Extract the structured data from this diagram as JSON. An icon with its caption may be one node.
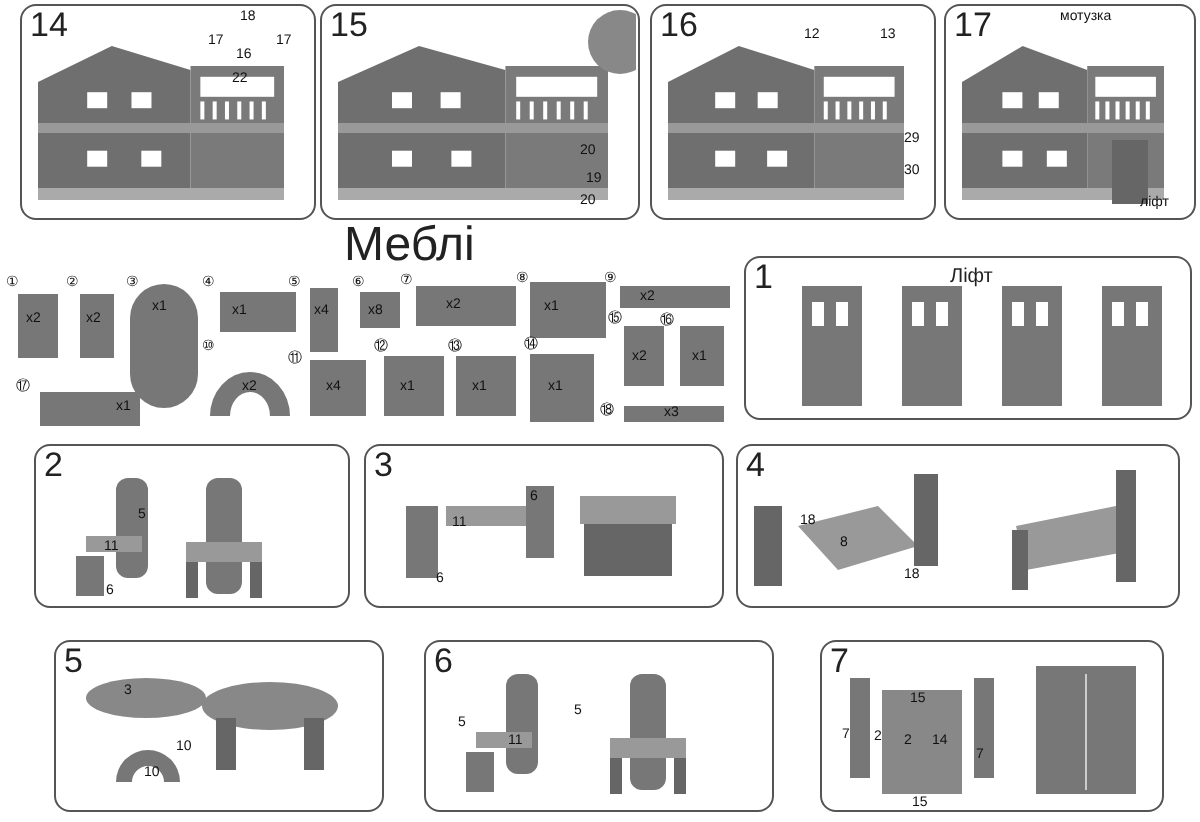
{
  "diagram": {
    "title": "Меблі",
    "nodes": [
      {
        "text": [
          "14"
        ]
      },
      {
        "text": [
          "15"
        ]
      },
      {
        "text": [
          "16"
        ]
      },
      {
        "text": [
          "17"
        ]
      },
      {
        "text": [
          "1",
          "Ліфт"
        ]
      },
      {
        "text": [
          "2"
        ]
      },
      {
        "text": [
          "3"
        ]
      },
      {
        "text": [
          "4"
        ]
      },
      {
        "text": [
          "5"
        ]
      },
      {
        "text": [
          "6"
        ]
      },
      {
        "text": [
          "7"
        ]
      }
    ],
    "labels": [
      "18",
      "17",
      "17",
      "16",
      "22",
      "20",
      "19",
      "20",
      "12",
      "13",
      "29",
      "30",
      "мотузка",
      "ліфт",
      "①",
      "x2",
      "②",
      "x2",
      "③",
      "x1",
      "④",
      "x1",
      "⑤",
      "x4",
      "⑥",
      "x8",
      "⑦",
      "x2",
      "⑧",
      "x1",
      "⑨",
      "x2",
      "⑩",
      "x2",
      "⑪",
      "x4",
      "⑫",
      "x1",
      "⑬",
      "x1",
      "⑭",
      "x1",
      "⑮",
      "x2",
      "⑯",
      "x1",
      "⑰",
      "x1",
      "⑱",
      "x3",
      "5",
      "11",
      "6",
      "11",
      "6",
      "6",
      "18",
      "8",
      "18",
      "3",
      "10",
      "10",
      "5",
      "5",
      "11",
      "15",
      "7",
      "2",
      "2",
      "14",
      "7",
      "15"
    ]
  }
}
